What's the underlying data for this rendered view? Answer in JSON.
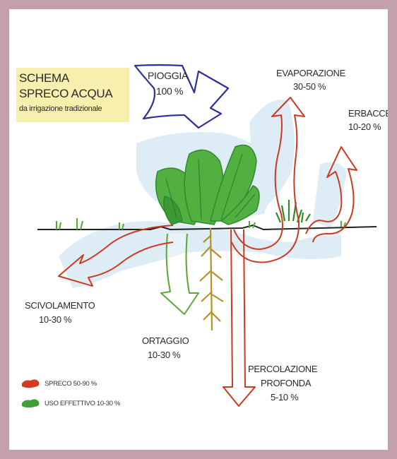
{
  "title": {
    "line1": "SCHEMA",
    "line2": "SPRECO ACQUA",
    "subtitle": "da irrigazione tradizionale"
  },
  "labels": {
    "rain_name": "PIOGGIA",
    "rain_value": "100 %",
    "evap_name": "EVAPORAZIONE",
    "evap_value": "30-50 %",
    "weeds_name": "ERBACCE",
    "weeds_value": "10-20 %",
    "runoff_name": "SCIVOLAMENTO",
    "runoff_value": "10-30 %",
    "crop_name": "ORTAGGIO",
    "crop_value": "10-30 %",
    "perc_name1": "PERCOLAZIONE",
    "perc_name2": "PROFONDA",
    "perc_value": "5-10 %"
  },
  "legend": [
    {
      "label": "SPRECO  50-90 %",
      "color": "#d23a24"
    },
    {
      "label": "USO EFFETTIVO  10-30 %",
      "color": "#3fa03a"
    }
  ],
  "colors": {
    "waste": "#cc3a22",
    "effective": "#5aa832",
    "rain": "#2b2f9c",
    "water_fill": "#dcebf5",
    "plant": "#47a83a",
    "root": "#b8902a"
  }
}
